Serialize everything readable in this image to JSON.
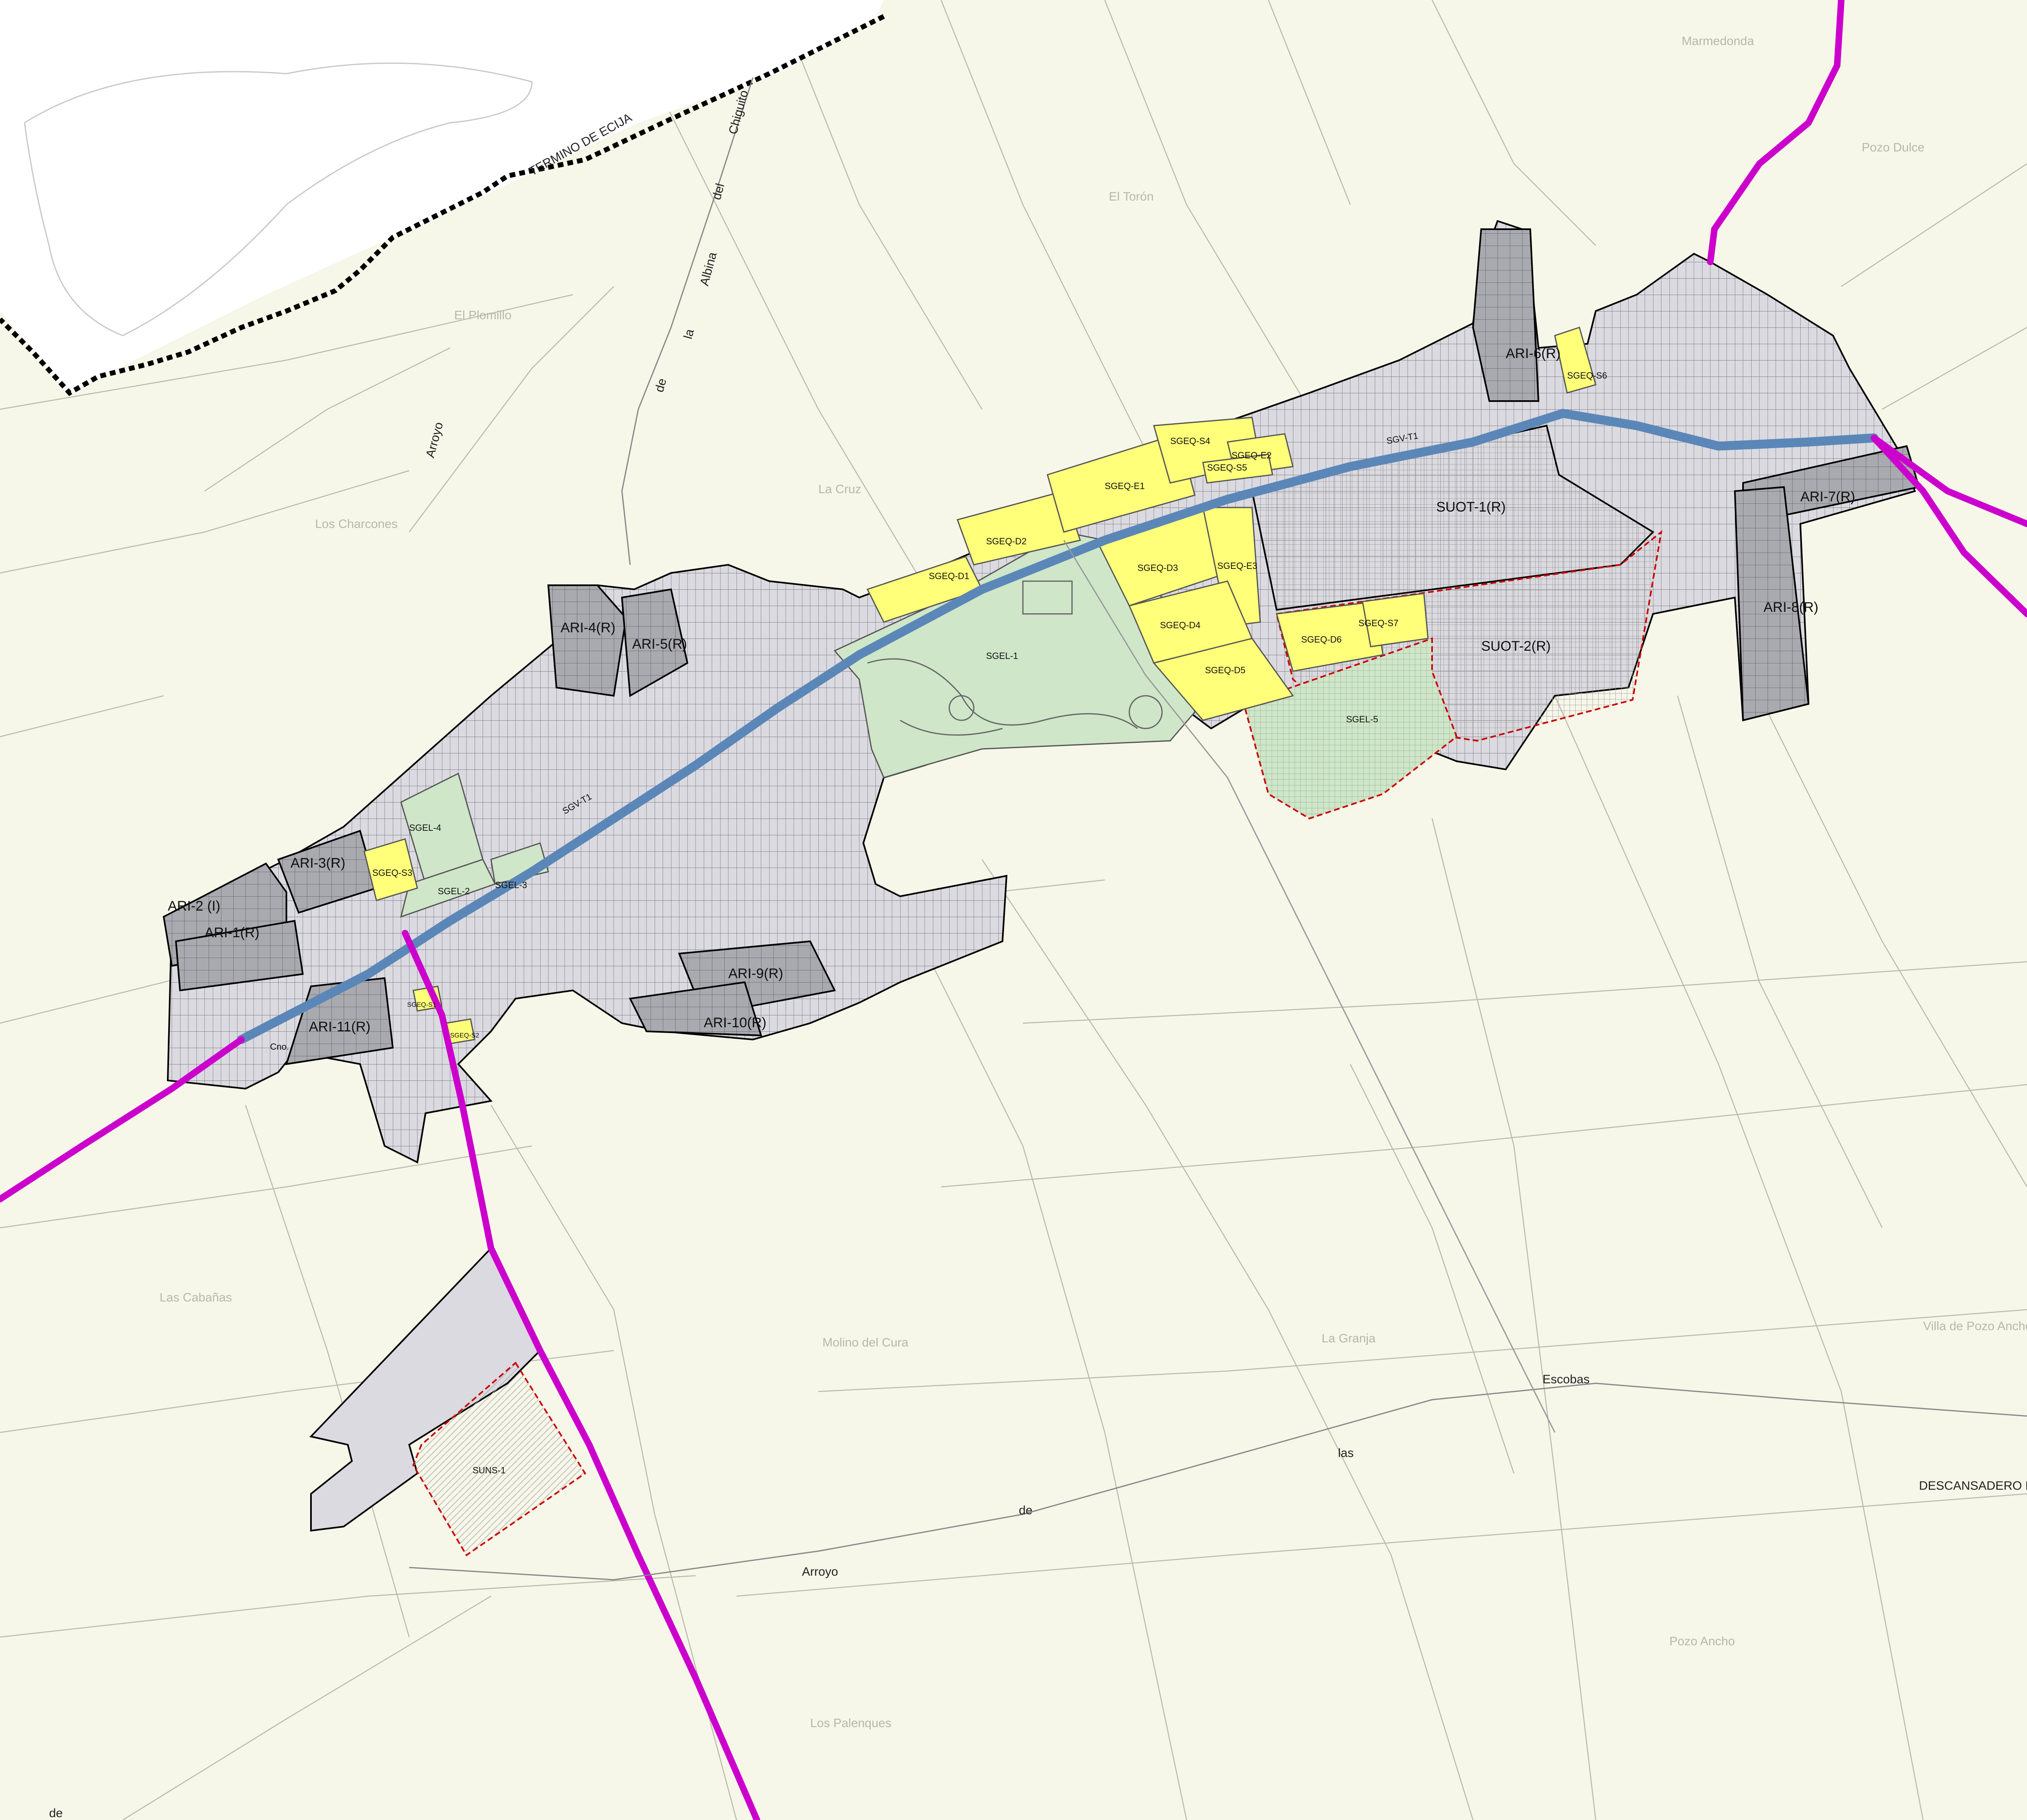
{
  "map": {
    "boundary_label": "TERMINO DE ECIJA",
    "stream_label_parts": [
      "Arroyo",
      "de",
      "la",
      "Albina",
      "del",
      "Chiguito"
    ],
    "stream2_label_parts": [
      "Arroyo",
      "de",
      "las",
      "Escobas"
    ],
    "descansadero": "DESCANSADERO DEL",
    "bottom_de": "de",
    "road_labels": {
      "sgv_t1_a": "SGV-T1",
      "sgv_t1_b": "SGV-T1",
      "cno": "Cno."
    },
    "place_names": [
      "El Plomillo",
      "Los Charcones",
      "El Torón",
      "Marmedonda",
      "La Cruz",
      "Pozo Dulce",
      "Molino del Cura",
      "La Granja",
      "Pozo Ancho",
      "Los Palenques",
      "Las Cabañas",
      "Villa de Pozo Ancho"
    ],
    "zones": {
      "ari": [
        "ARI-1(R)",
        "ARI-2 (I)",
        "ARI-3(R)",
        "ARI-4(R)",
        "ARI-5(R)",
        "ARI-6(R)",
        "ARI-7(R)",
        "ARI-8(R)",
        "ARI-9(R)",
        "ARI-10(R)",
        "ARI-11(R)"
      ],
      "suot": [
        "SUOT-1(R)",
        "SUOT-2(R)"
      ],
      "suns": [
        "SUNS-1"
      ],
      "sgel": [
        "SGEL-1",
        "SGEL-2",
        "SGEL-3",
        "SGEL-4",
        "SGEL-5"
      ],
      "sgeq": [
        "SGEQ-D1",
        "SGEQ-D2",
        "SGEQ-D3",
        "SGEQ-D4",
        "SGEQ-D5",
        "SGEQ-D6",
        "SGEQ-E1",
        "SGEQ-E2",
        "SGEQ-E3",
        "SGEQ-S1",
        "SGEQ-S2",
        "SGEQ-S3",
        "SGEQ-S4",
        "SGEQ-S5",
        "SGEQ-S6",
        "SGEQ-S7"
      ]
    },
    "colors": {
      "background": "#f6f6e9",
      "urban": "#dadae0",
      "ari": "#a9a9b0",
      "green_zone": "#cfe6c9",
      "equipment": "#ffff7a",
      "main_road": "#5b87b8",
      "highway": "#cc00cc",
      "boundary": "#000000",
      "water_white": "#ffffff"
    }
  }
}
